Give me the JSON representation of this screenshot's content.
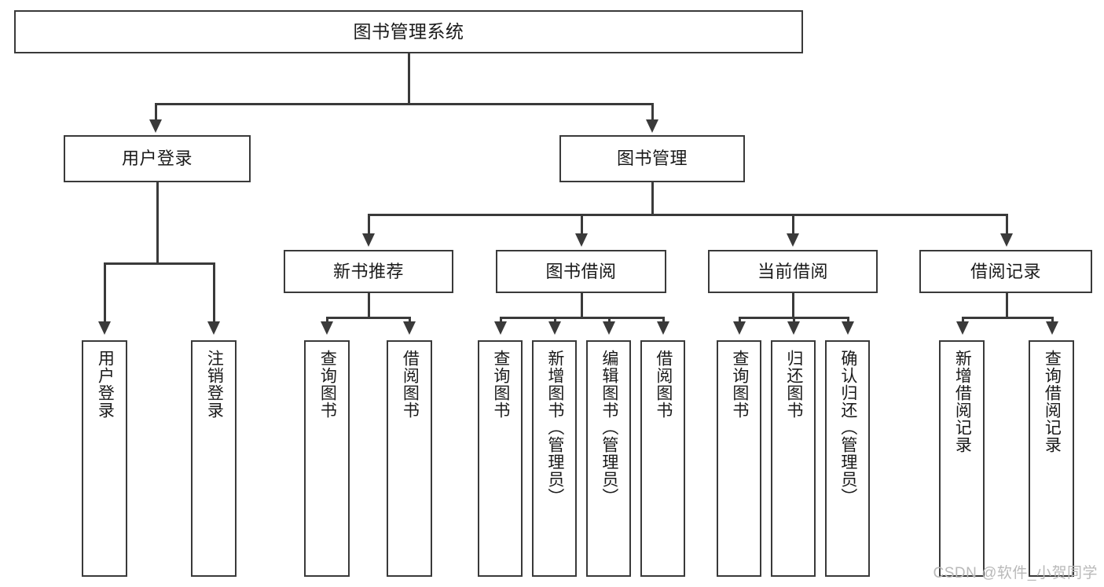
{
  "diagram": {
    "type": "tree-hierarchy-flowchart",
    "title": "图书管理系统",
    "root": {
      "id": "root",
      "label": "图书管理系统"
    },
    "level1": [
      {
        "id": "user-login",
        "label": "用户登录"
      },
      {
        "id": "book-management",
        "label": "图书管理"
      }
    ],
    "level2": [
      {
        "id": "new-book-recommend",
        "label": "新书推荐",
        "parent": "book-management"
      },
      {
        "id": "book-borrow",
        "label": "图书借阅",
        "parent": "book-management"
      },
      {
        "id": "current-borrow",
        "label": "当前借阅",
        "parent": "book-management"
      },
      {
        "id": "borrow-record",
        "label": "借阅记录",
        "parent": "book-management"
      }
    ],
    "leaves": [
      {
        "id": "leaf-user-login",
        "label": "用户登录",
        "parent": "user-login"
      },
      {
        "id": "leaf-logout",
        "label": "注销登录",
        "parent": "user-login"
      },
      {
        "id": "leaf-query-book-1",
        "label": "查询图书",
        "parent": "new-book-recommend"
      },
      {
        "id": "leaf-borrow-book-1",
        "label": "借阅图书",
        "parent": "new-book-recommend"
      },
      {
        "id": "leaf-query-book-2",
        "label": "查询图书",
        "parent": "book-borrow"
      },
      {
        "id": "leaf-add-book",
        "label": "新增图书（管理员）",
        "parent": "book-borrow"
      },
      {
        "id": "leaf-edit-book",
        "label": "编辑图书（管理员）",
        "parent": "book-borrow"
      },
      {
        "id": "leaf-borrow-book-2",
        "label": "借阅图书",
        "parent": "book-borrow"
      },
      {
        "id": "leaf-query-book-3",
        "label": "查询图书",
        "parent": "current-borrow"
      },
      {
        "id": "leaf-return-book",
        "label": "归还图书",
        "parent": "current-borrow"
      },
      {
        "id": "leaf-confirm-return",
        "label": "确认归还（管理员）",
        "parent": "current-borrow"
      },
      {
        "id": "leaf-add-record",
        "label": "新增借阅记录",
        "parent": "borrow-record"
      },
      {
        "id": "leaf-query-record",
        "label": "查询借阅记录",
        "parent": "borrow-record"
      }
    ],
    "colors": {
      "stroke": "#3a3a3a",
      "fill": "#ffffff",
      "text": "#1a1a1a",
      "watermark": "#b9b9b9"
    }
  },
  "watermark": {
    "text": "CSDN @软件_小贺同学"
  }
}
